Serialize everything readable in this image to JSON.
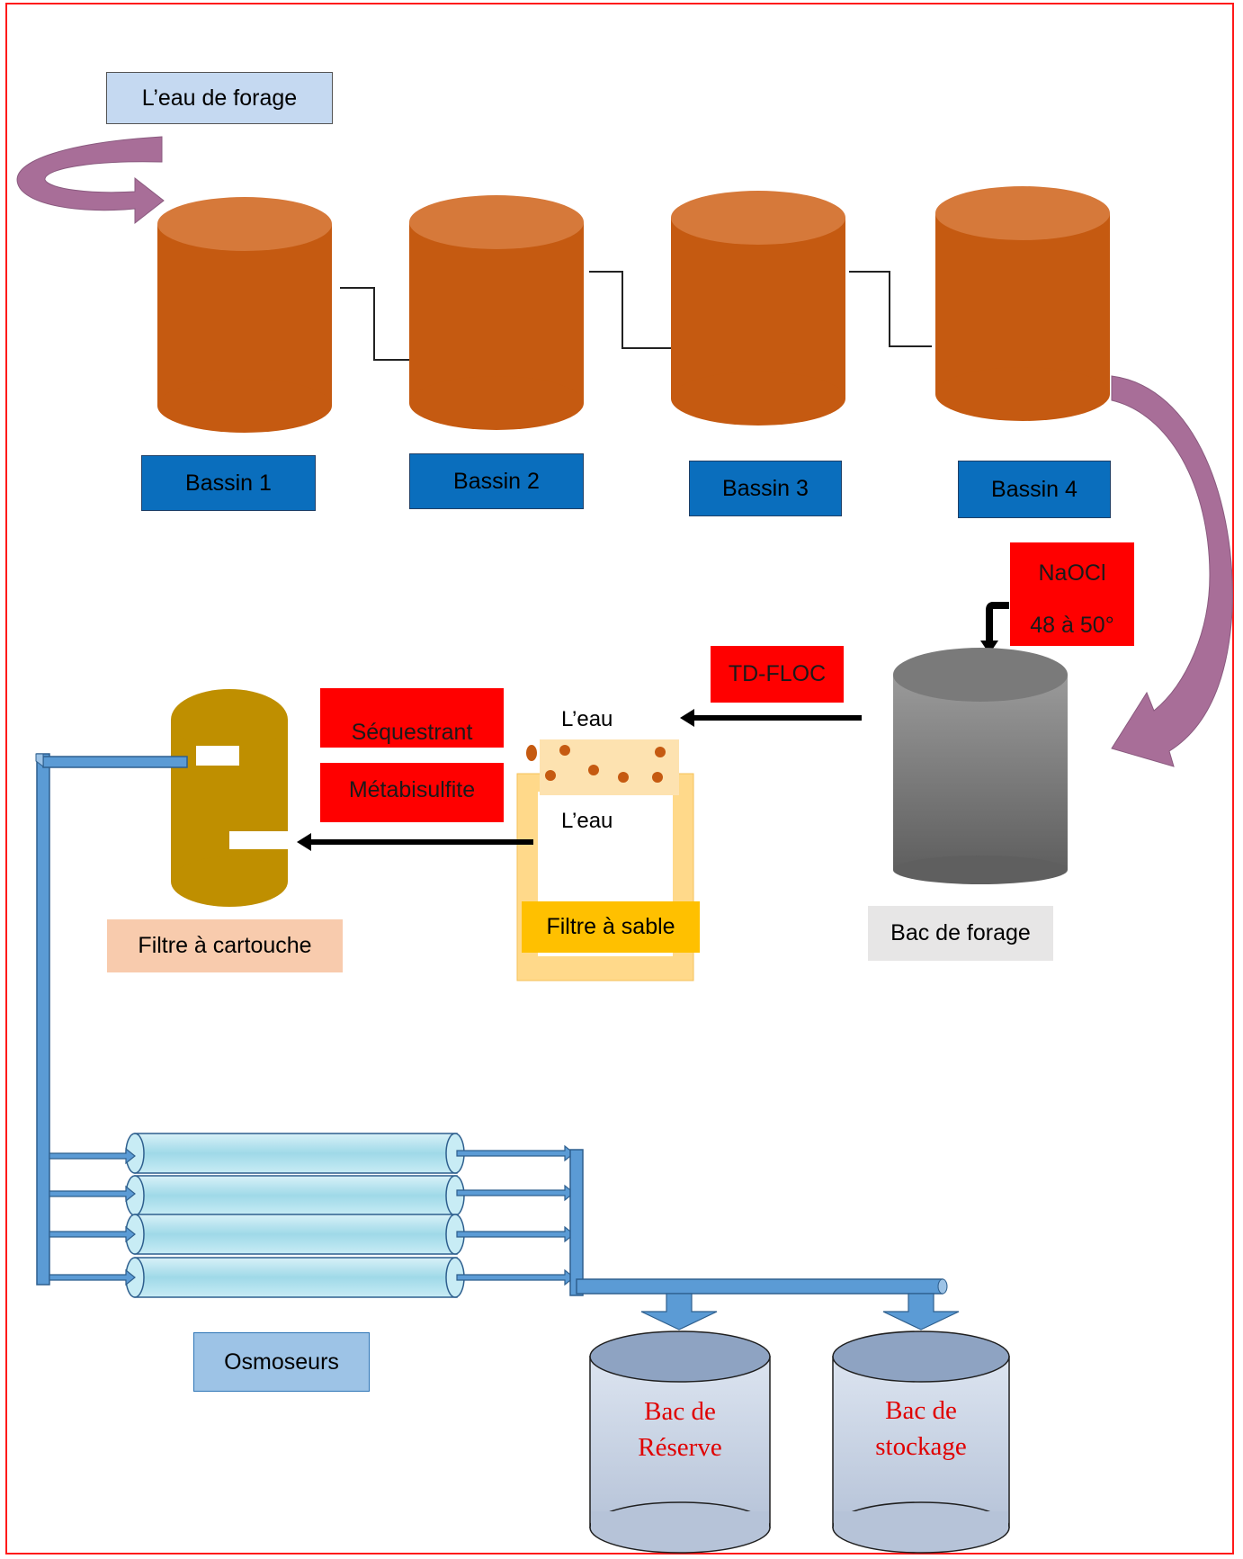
{
  "labels": {
    "source": "L’eau de forage",
    "bassin1": "Bassin 1",
    "bassin2": "Bassin 2",
    "bassin3": "Bassin 3",
    "bassin4": "Bassin 4",
    "naocl": "NaOCl",
    "naocl_temp": "48 à 50°",
    "tdfloc": "TD-FLOC",
    "sequestrant": "Séquestrant",
    "metabisulfite": "Métabisulfite",
    "eau_top": "L’eau",
    "eau_bottom": "L’eau",
    "filtre_sable": "Filtre à sable",
    "filtre_cartouche": "Filtre à cartouche",
    "bac_forage": "Bac de forage",
    "osmoseurs": "Osmoseurs",
    "bac_reserve_l1": "Bac de",
    "bac_reserve_l2": "Réserve",
    "bac_stockage_l1": "Bac de",
    "bac_stockage_l2": "stockage"
  },
  "colors": {
    "frame": "#ff1a1a",
    "bassin": "#c55a11",
    "bassin_top": "#d6793a",
    "label_blue": "#0a6ebd",
    "chem_red": "#ff0000",
    "flow_arrow": "#a86e98",
    "pipe": "#5b9bd5",
    "sand": "#ffd98a",
    "cartouche": "#bf8f00"
  }
}
